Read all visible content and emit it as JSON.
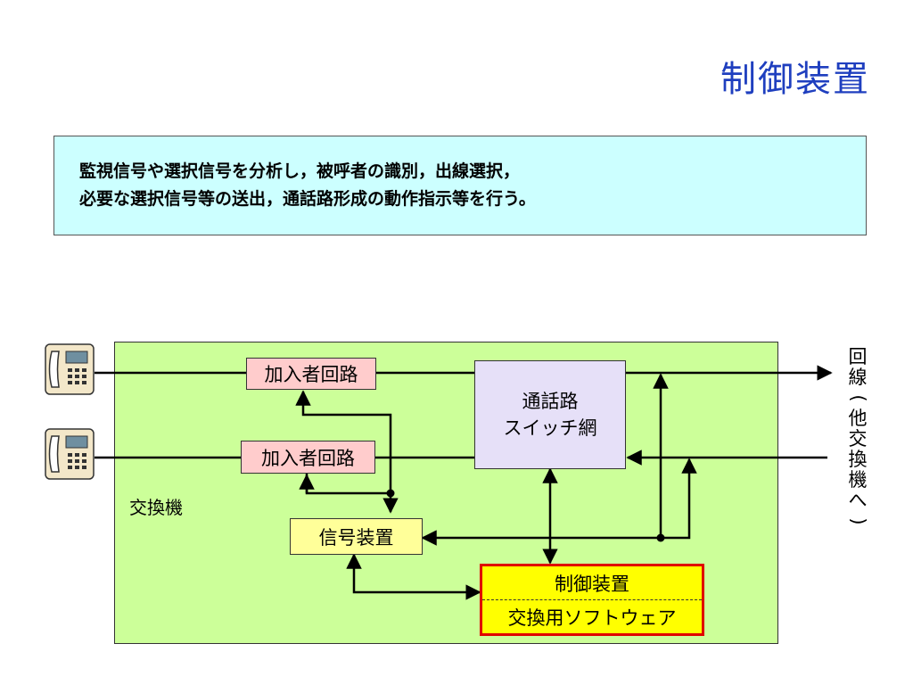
{
  "slide": {
    "title": "制御装置"
  },
  "description": {
    "line1": "監視信号や選択信号を分析し，被呼者の識別，出線選択，",
    "line2": "必要な選択信号等の送出，通話路形成の動作指示等を行う。"
  },
  "diagram": {
    "exchange_label": "交換機",
    "subscriber_circuit_1": "加入者回路",
    "subscriber_circuit_2": "加入者回路",
    "switch_line1": "通話路",
    "switch_line2": "スイッチ網",
    "signal_device": "信号装置",
    "control_device": "制御装置",
    "exchange_software": "交換用ソフトウェア",
    "line_label_chars": [
      "回",
      "線",
      "(",
      "他",
      "交",
      "換",
      "機",
      "へ",
      ")"
    ]
  },
  "icons": {
    "phone": "telephone-icon"
  },
  "colors": {
    "title": "#1f3fbf",
    "desc_bg": "#ccffff",
    "exchange_bg": "#ccff99",
    "subscriber_bg": "#ffcccc",
    "switch_bg": "#e6e0f8",
    "signal_bg": "#ffff99",
    "control_bg": "#ffff00",
    "control_border": "#e00000"
  }
}
